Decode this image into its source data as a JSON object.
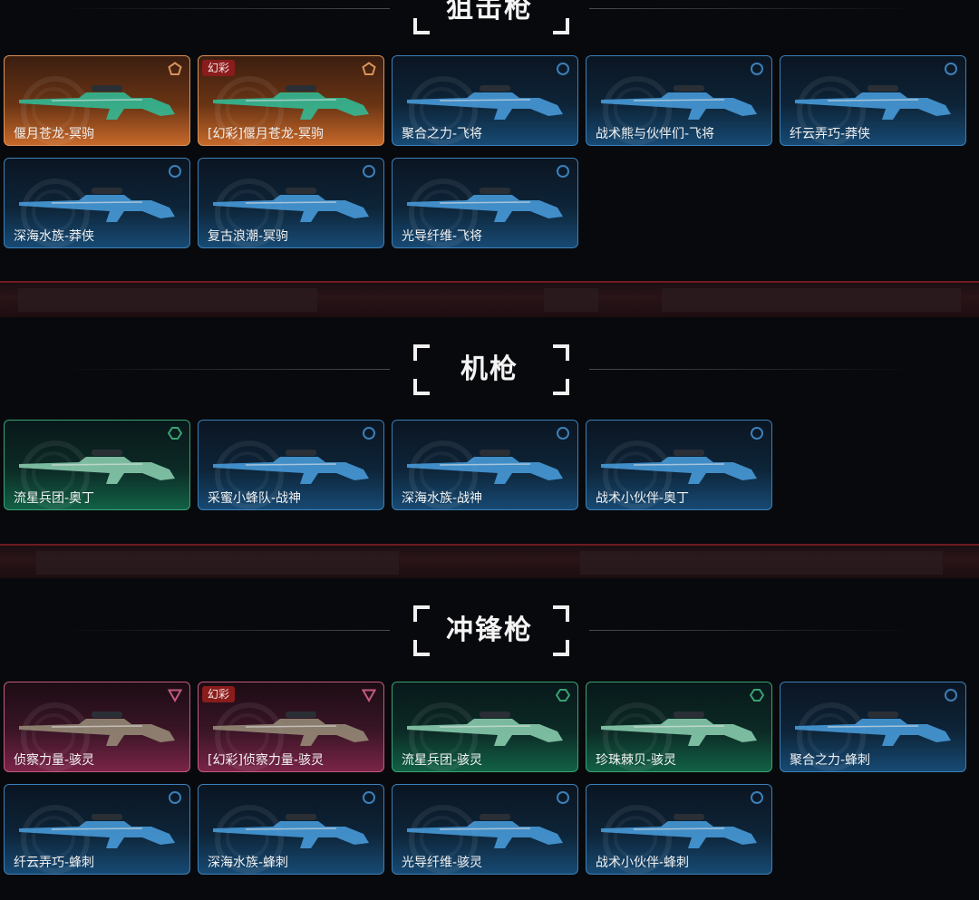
{
  "sections": {
    "sniper": {
      "title": "狙击枪"
    },
    "machine_gun": {
      "title": "机枪"
    },
    "smg": {
      "title": "冲锋枪"
    }
  },
  "tier_colors": {
    "orange": "#d9925a",
    "blue": "#3c7fb8",
    "green": "#39a373",
    "pink": "#c35a7d"
  },
  "tier_icons": {
    "orange": "pentagon-icon",
    "blue": "circle-icon",
    "green": "diamond-icon",
    "pink": "triangle-icon"
  },
  "badge_label": "幻彩",
  "sniper_items": [
    {
      "name": "偃月苍龙-冥驹",
      "tier": "orange",
      "badge": false
    },
    {
      "name": "[幻彩]偃月苍龙-冥驹",
      "tier": "orange",
      "badge": true
    },
    {
      "name": "聚合之力-飞将",
      "tier": "blue",
      "badge": false
    },
    {
      "name": "战术熊与伙伴们-飞将",
      "tier": "blue",
      "badge": false
    },
    {
      "name": "纤云弄巧-莽侠",
      "tier": "blue",
      "badge": false
    },
    {
      "name": "深海水族-莽侠",
      "tier": "blue",
      "badge": false
    },
    {
      "name": "复古浪潮-冥驹",
      "tier": "blue",
      "badge": false
    },
    {
      "name": "光导纤维-飞将",
      "tier": "blue",
      "badge": false
    }
  ],
  "mg_items": [
    {
      "name": "流星兵团-奥丁",
      "tier": "green",
      "badge": false
    },
    {
      "name": "采蜜小蜂队-战神",
      "tier": "blue",
      "badge": false
    },
    {
      "name": "深海水族-战神",
      "tier": "blue",
      "badge": false
    },
    {
      "name": "战术小伙伴-奥丁",
      "tier": "blue",
      "badge": false
    }
  ],
  "smg_items": [
    {
      "name": "侦察力量-骇灵",
      "tier": "pink",
      "badge": false
    },
    {
      "name": "[幻彩]侦察力量-骇灵",
      "tier": "pink",
      "badge": true
    },
    {
      "name": "流星兵团-骇灵",
      "tier": "green",
      "badge": false
    },
    {
      "name": "珍珠棘贝-骇灵",
      "tier": "green",
      "badge": false
    },
    {
      "name": "聚合之力-蜂刺",
      "tier": "blue",
      "badge": false
    },
    {
      "name": "纤云弄巧-蜂刺",
      "tier": "blue",
      "badge": false
    },
    {
      "name": "深海水族-蜂刺",
      "tier": "blue",
      "badge": false
    },
    {
      "name": "光导纤维-骇灵",
      "tier": "blue",
      "badge": false
    },
    {
      "name": "战术小伙伴-蜂刺",
      "tier": "blue",
      "badge": false
    }
  ]
}
